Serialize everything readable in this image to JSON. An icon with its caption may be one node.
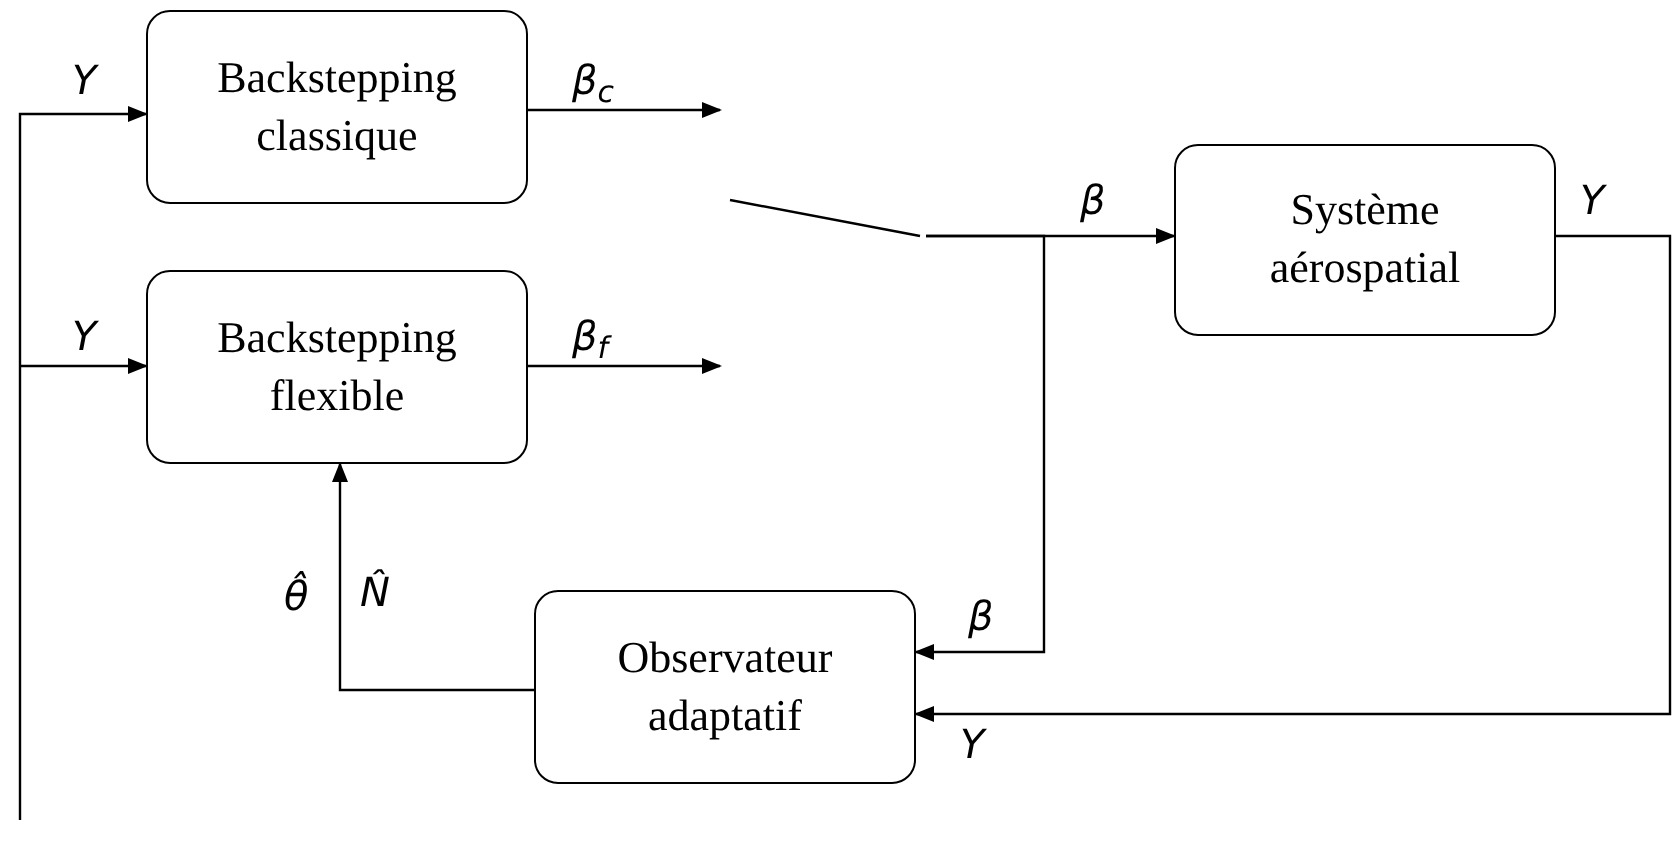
{
  "diagram": {
    "nodes": [
      {
        "text": [
          "Backstepping classique"
        ]
      },
      {
        "text": [
          "Backstepping flexible"
        ]
      },
      {
        "text": [
          "Système aérospatial"
        ]
      },
      {
        "text": [
          "Observateur adaptatif"
        ]
      },
      {
        "text": [],
        "shape": "switch"
      }
    ],
    "edges": [
      {
        "from": null,
        "to": 0,
        "arrow": "to",
        "label": "Y"
      },
      {
        "from": null,
        "to": 1,
        "arrow": "to",
        "label": "Y"
      },
      {
        "from": 0,
        "to": null,
        "arrow": "to",
        "label": "β$_{c}$"
      },
      {
        "from": 1,
        "to": null,
        "arrow": "to",
        "label": "β$_{f}$"
      },
      {
        "from": 4,
        "to": 2,
        "arrow": "to",
        "label": "β"
      },
      {
        "from": 4,
        "to": 3,
        "arrow": "to",
        "label": "β"
      },
      {
        "from": 2,
        "to": 3,
        "arrow": "to",
        "label": "Y"
      },
      {
        "from": 3,
        "to": 1,
        "arrow": "to",
        "label": "θ̂"
      }
    ],
    "labels": [
      "Y",
      "N̂"
    ]
  }
}
